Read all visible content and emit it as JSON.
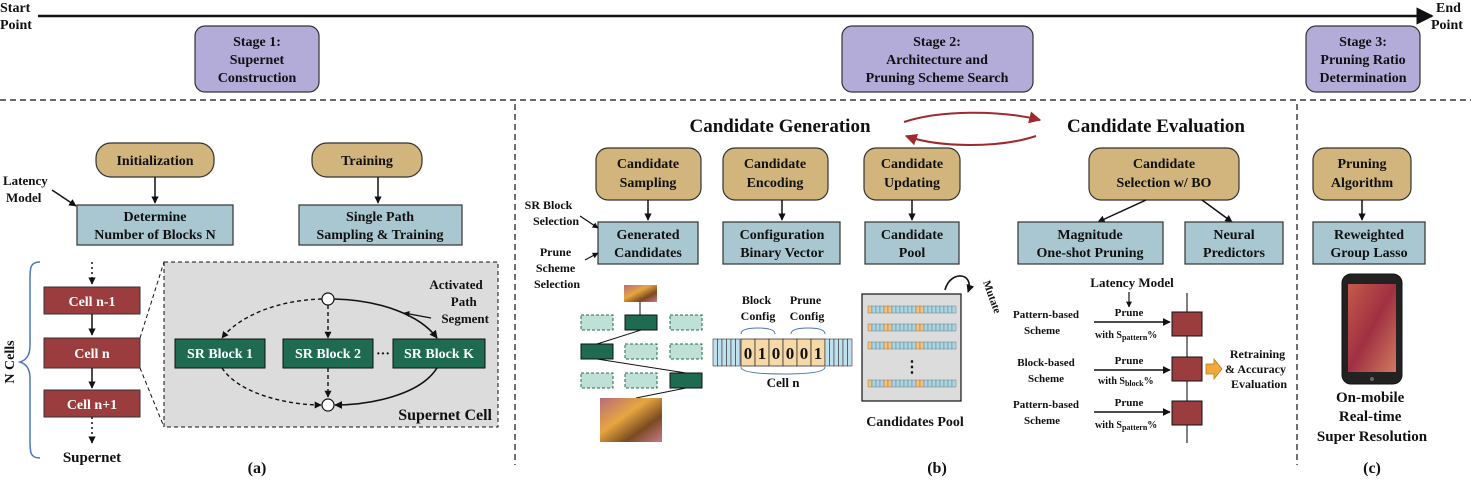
{
  "timeline": {
    "start": [
      "Start",
      "Point"
    ],
    "end": [
      "End",
      "Point"
    ]
  },
  "stages": [
    {
      "lines": [
        "Stage 1:",
        "Supernet",
        "Construction"
      ]
    },
    {
      "lines": [
        "Stage 2:",
        "Architecture and",
        "Pruning Scheme Search"
      ]
    },
    {
      "lines": [
        "Stage 3:",
        "Pruning Ratio",
        "Determination"
      ]
    }
  ],
  "panel_a": {
    "label": "(a)",
    "initialization": "Initialization",
    "training": "Training",
    "latency_model": [
      "Latency",
      "Model"
    ],
    "determine": [
      "Determine",
      "Number of Blocks N"
    ],
    "single_path": [
      "Single Path",
      "Sampling & Training"
    ],
    "n_cells": "N Cells",
    "cells": [
      "Cell n-1",
      "Cell n",
      "Cell n+1"
    ],
    "supernet": "Supernet",
    "activated": [
      "Activated",
      "Path",
      "Segment"
    ],
    "sr_blocks": [
      "SR Block 1",
      "SR Block 2",
      "SR Block K"
    ],
    "ellipsis": "···",
    "supernet_cell": "Supernet Cell"
  },
  "panel_b": {
    "label": "(b)",
    "candidate_generation": "Candidate Generation",
    "candidate_evaluation": "Candidate Evaluation",
    "sampling": [
      "Candidate",
      "Sampling"
    ],
    "encoding": [
      "Candidate",
      "Encoding"
    ],
    "updating": [
      "Candidate",
      "Updating"
    ],
    "selection": [
      "Candidate",
      "Selection w/ BO"
    ],
    "generated": [
      "Generated",
      "Candidates"
    ],
    "config_vector": [
      "Configuration",
      "Binary Vector"
    ],
    "pool": [
      "Candidate",
      "Pool"
    ],
    "magnitude": [
      "Magnitude",
      "One-shot Pruning"
    ],
    "neural": [
      "Neural",
      "Predictors"
    ],
    "sr_block_selection": [
      "SR Block",
      "Selection"
    ],
    "prune_scheme_selection": [
      "Prune",
      "Scheme",
      "Selection"
    ],
    "block_config": [
      "Block",
      "Config"
    ],
    "prune_config": [
      "Prune",
      "Config"
    ],
    "bits": [
      "0",
      "1",
      "0",
      "0",
      "0",
      "1"
    ],
    "cell_n": "Cell n",
    "mutate": "Mutate",
    "pool_dots": "⋮",
    "candidates_pool": "Candidates Pool",
    "latency_model": "Latency Model",
    "schemes": [
      {
        "name": [
          "Pattern-based",
          "Scheme"
        ],
        "prune": "Prune",
        "with": "with S",
        "sub": "pattern",
        "pct": "%"
      },
      {
        "name": [
          "Block-based",
          "Scheme"
        ],
        "prune": "Prune",
        "with": "with S",
        "sub": "block",
        "pct": "%"
      },
      {
        "name": [
          "Pattern-based",
          "Scheme"
        ],
        "prune": "Prune",
        "with": "with S",
        "sub": "pattern",
        "pct": "%"
      }
    ],
    "retraining": [
      "Retraining",
      "& Accuracy",
      "Evaluation"
    ]
  },
  "panel_c": {
    "label": "(c)",
    "pruning_algorithm": [
      "Pruning",
      "Algorithm"
    ],
    "lasso": [
      "Reweighted",
      "Group Lasso"
    ],
    "caption": [
      "On-mobile",
      "Real-time",
      "Super Resolution"
    ]
  },
  "colors": {
    "stage_fill": "#b3abd8",
    "tan_fill": "#d2b57c",
    "blue_fill": "#a8c7d1",
    "cell_fill": "#9b3d3f",
    "green_fill": "#1f6b52",
    "red_arrow": "#9e2a2f",
    "orange": "#f2a93b",
    "grey_fill": "#dcdcdc"
  }
}
